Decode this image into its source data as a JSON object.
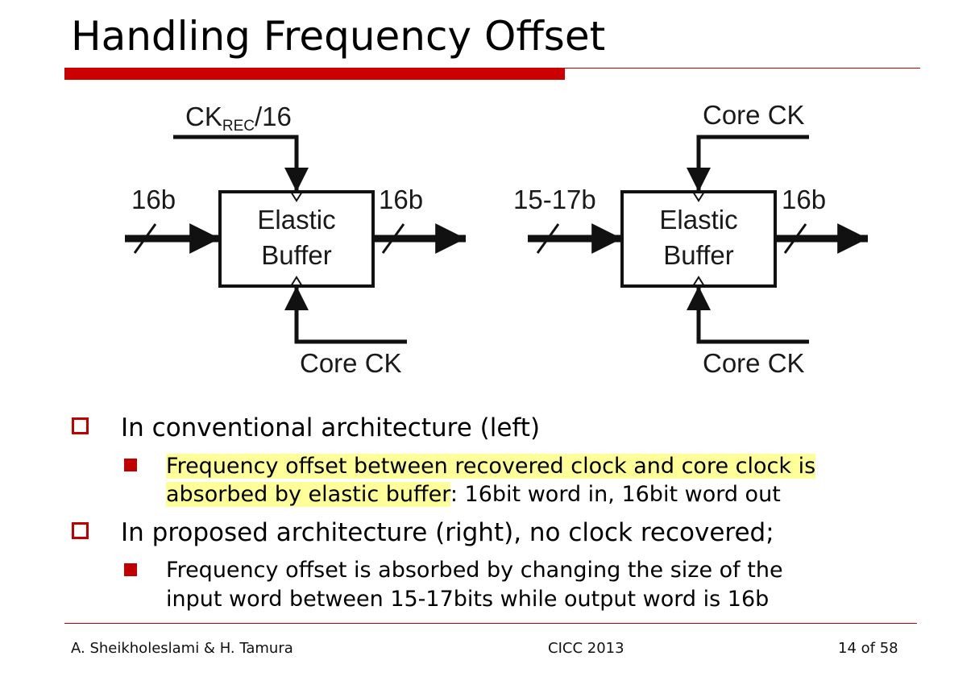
{
  "slide": {
    "title": "Handling Frequency Offset"
  },
  "diagram": {
    "left": {
      "top_clock_main": "CK",
      "top_clock_sub": "REC",
      "top_clock_suffix": "/16",
      "input_width": "16b",
      "box_line1": "Elastic",
      "box_line2": "Buffer",
      "output_width": "16b",
      "bottom_clock": "Core CK"
    },
    "right": {
      "top_clock": "Core CK",
      "input_width": "15-17b",
      "box_line1": "Elastic",
      "box_line2": "Buffer",
      "output_width": "16b",
      "bottom_clock": "Core CK"
    }
  },
  "bullets": [
    {
      "text": "In conventional architecture (left)",
      "sub": {
        "highlight_line1": "Frequency offset between recovered clock and core clock is",
        "highlight_line2": "absorbed by elastic buffer",
        "rest_line2": ": 16bit word in, 16bit word out"
      }
    },
    {
      "text": "In proposed architecture (right), no clock recovered;",
      "sub": {
        "line1": "Frequency offset is absorbed by changing the size of the",
        "line2": "input word between 15-17bits while output word is 16b"
      }
    }
  ],
  "footer": {
    "authors": "A. Sheikholeslami & H. Tamura",
    "conference": "CICC 2013",
    "page": "14 of 58"
  },
  "colors": {
    "accent_red": "#cc0000",
    "highlight_yellow": "#ffff99"
  }
}
